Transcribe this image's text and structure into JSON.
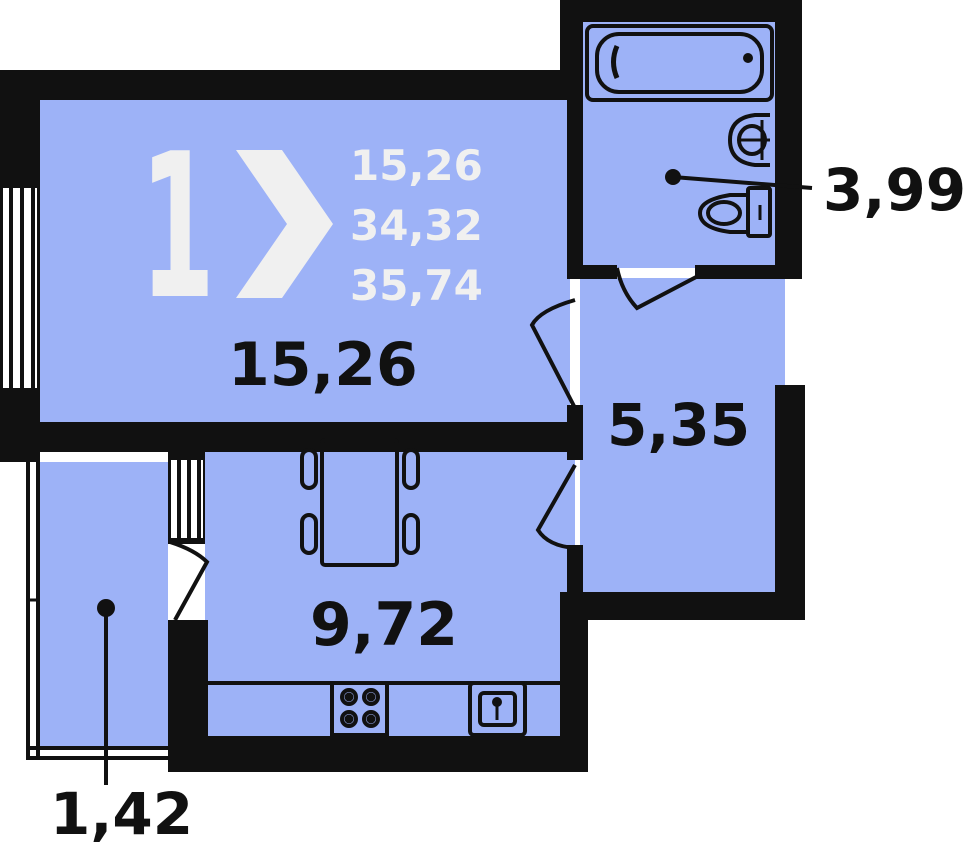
{
  "badge": {
    "rooms": "1",
    "areas": [
      "15,26",
      "34,32",
      "35,74"
    ]
  },
  "rooms": {
    "living": "15,26",
    "hall": "5,35",
    "kitchen": "9,72",
    "bathroom": "3,99",
    "balcony": "1,42"
  },
  "colors": {
    "room_fill": "#9db2f7",
    "wall": "#111111",
    "badge_text": "#f0f0f0"
  }
}
